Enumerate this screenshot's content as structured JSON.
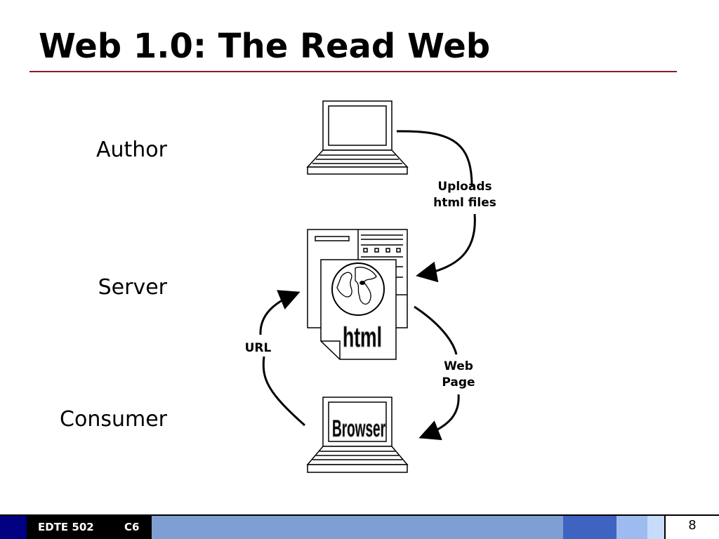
{
  "slide": {
    "title": "Web 1.0: The Read Web",
    "page_number": "8"
  },
  "roles": {
    "author": "Author",
    "server": "Server",
    "consumer": "Consumer"
  },
  "edges": {
    "uploads_line1": "Uploads",
    "uploads_line2": "html files",
    "url": "URL",
    "web_line1": "Web",
    "web_line2": "Page"
  },
  "icons": {
    "server_doc_text": "html",
    "browser_screen_text": "Browser"
  },
  "footer": {
    "course": "EDTE 502",
    "section": "C6"
  },
  "colors": {
    "title_rule": "#8b1a2b",
    "footer_dark": "#000080",
    "footer_mid": "#7f9fd2",
    "footer_accent": "#3f63c0"
  }
}
